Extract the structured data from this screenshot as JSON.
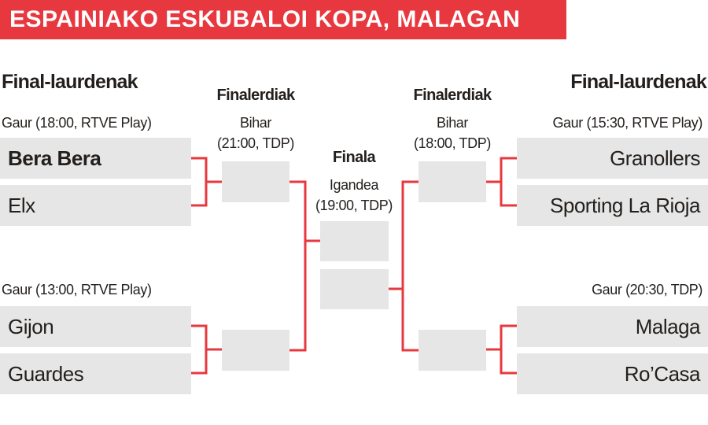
{
  "title": "ESPAINIAKO ESKUBALOI KOPA, MALAGAN",
  "colors": {
    "accent": "#e8383f",
    "box": "#e6e6e6",
    "text": "#231f1c"
  },
  "left": {
    "quarterfinals_heading": "Final-laurdenak",
    "match1": {
      "time": "Gaur (18:00, RTVE Play)",
      "teams": [
        "Bera Bera",
        "Elx"
      ]
    },
    "match2": {
      "time": "Gaur (13:00, RTVE Play)",
      "teams": [
        "Gijon",
        "Guardes"
      ]
    },
    "semifinals_heading": "Finalerdiak",
    "semifinal_day": "Bihar",
    "semifinal_time": "(21:00, TDP)"
  },
  "final": {
    "heading": "Finala",
    "day": "Igandea",
    "time": "(19:00, TDP)"
  },
  "right": {
    "quarterfinals_heading": "Final-laurdenak",
    "match1": {
      "time": "Gaur (15:30, RTVE Play)",
      "teams": [
        "Granollers",
        "Sporting La Rioja"
      ]
    },
    "match2": {
      "time": "Gaur (20:30, TDP)",
      "teams": [
        "Malaga",
        "Ro’Casa"
      ]
    },
    "semifinals_heading": "Finalerdiak",
    "semifinal_day": "Bihar",
    "semifinal_time": "(18:00, TDP)"
  }
}
